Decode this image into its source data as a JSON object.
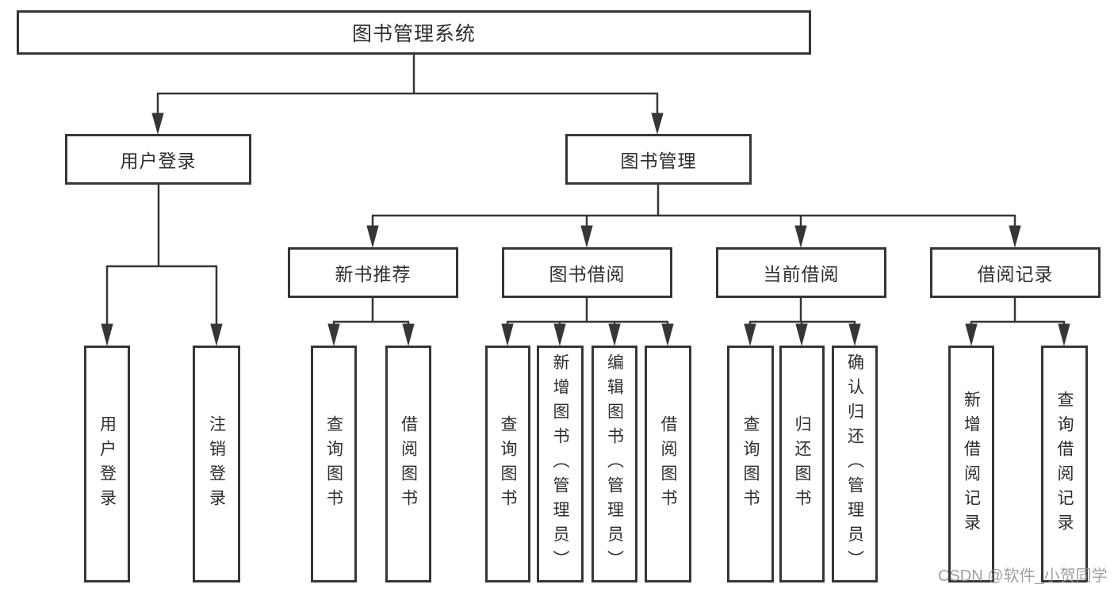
{
  "diagram": {
    "title": "图书管理系统",
    "login_branch": {
      "label": "用户登录",
      "children": [
        "用户登录",
        "注销登录"
      ]
    },
    "mgmt_branch": {
      "label": "图书管理",
      "modules": [
        {
          "label": "新书推荐",
          "children": [
            "查询图书",
            "借阅图书"
          ]
        },
        {
          "label": "图书借阅",
          "children": [
            "查询图书",
            "新增图书（管理员）",
            "编辑图书（管理员）",
            "借阅图书"
          ]
        },
        {
          "label": "当前借阅",
          "children": [
            "查询图书",
            "归还图书",
            "确认归还（管理员）"
          ]
        },
        {
          "label": "借阅记录",
          "children": [
            "新增借阅记录",
            "查询借阅记录"
          ]
        }
      ]
    }
  },
  "watermark": {
    "text": "CSDN @软件_小贺同学"
  },
  "colors": {
    "line": "#363636",
    "text": "#2e2e2e",
    "box_background": "#ffffff",
    "watermark": "#8e8e96",
    "page_background": "#ffffff"
  }
}
